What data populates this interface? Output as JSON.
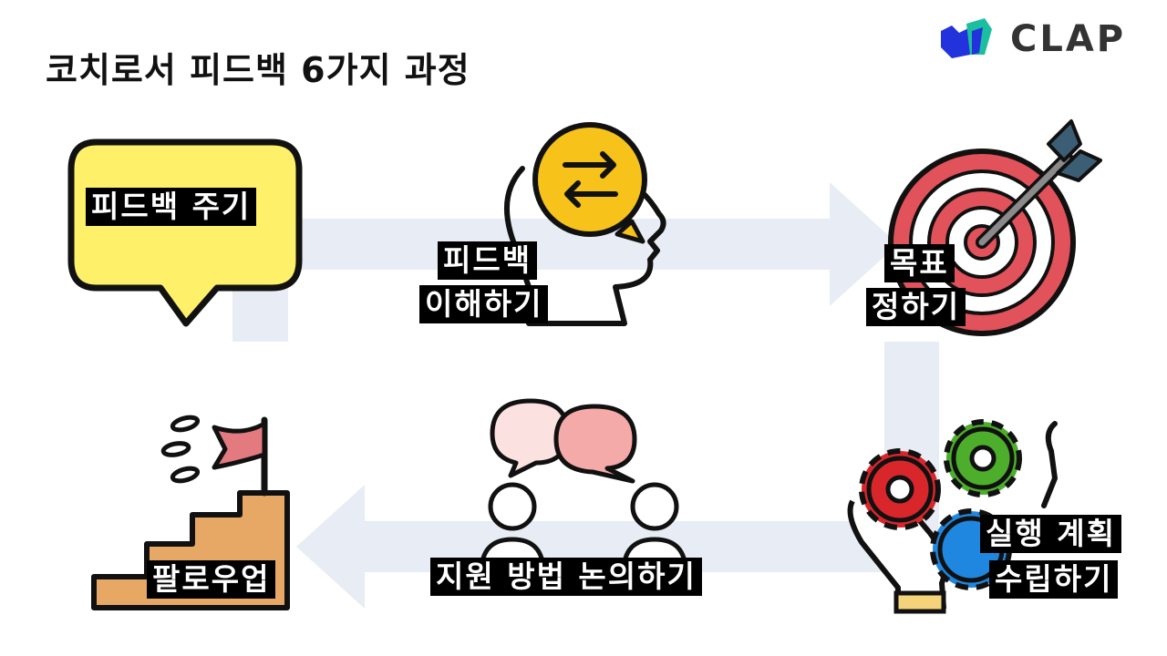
{
  "title": "코치로서 피드백 6가지 과정",
  "logo": {
    "text": "CLAP",
    "colors": {
      "blue": "#2233dd",
      "teal": "#1bbfa0"
    }
  },
  "colors": {
    "background_arrow": "#e8ecf4",
    "bubble_yellow": "#fff06a",
    "swap_circle": "#f7c21a",
    "target_red": "#e2525b",
    "gear_red": "#d9262b",
    "gear_green": "#4cae2a",
    "gear_blue": "#1f87e0",
    "stairs": "#e8a865",
    "flag": "#e27a7f",
    "speech_pink": "#f4aaa8"
  },
  "steps": [
    {
      "icon": "speech-bubble-icon",
      "label_lines": [
        "피드백 주기"
      ]
    },
    {
      "icon": "head-exchange-icon",
      "label_lines": [
        "피드백",
        "이해하기"
      ]
    },
    {
      "icon": "target-arrow-icon",
      "label_lines": [
        "목표",
        "정하기"
      ]
    },
    {
      "icon": "gears-hands-icon",
      "label_lines": [
        "실행 계획",
        "수립하기"
      ]
    },
    {
      "icon": "people-discussion-icon",
      "label_lines": [
        "지원 방법 논의하기"
      ]
    },
    {
      "icon": "stairs-flag-icon",
      "label_lines": [
        "팔로우업"
      ]
    }
  ]
}
